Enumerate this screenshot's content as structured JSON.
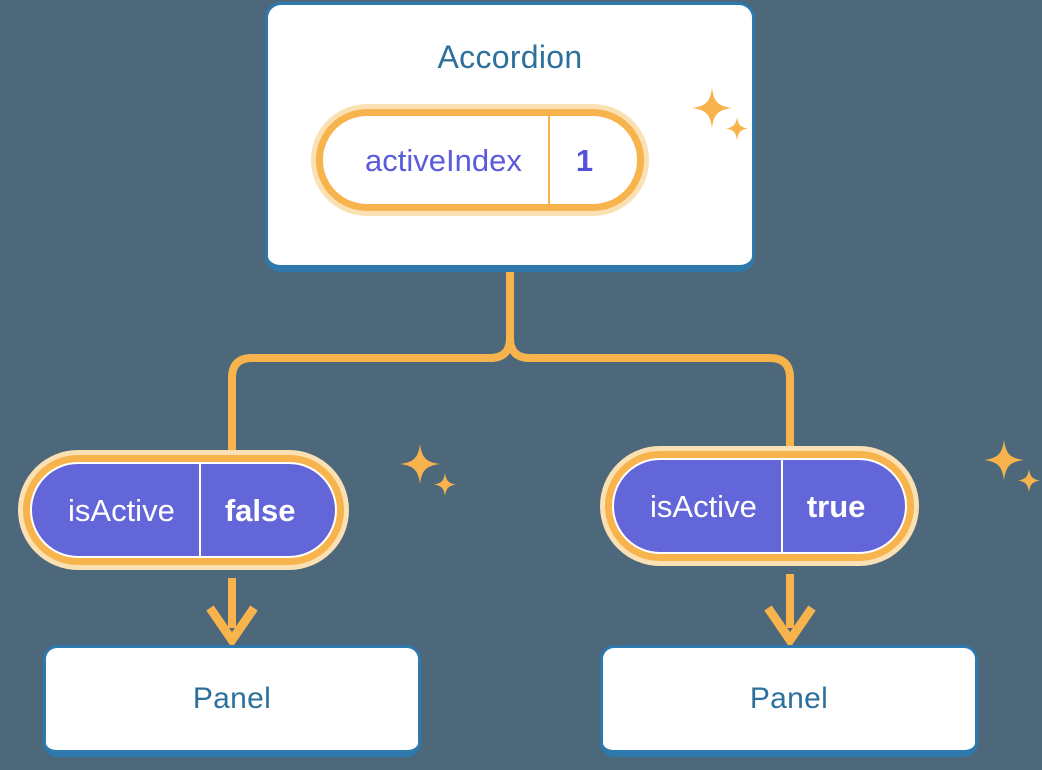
{
  "diagram": {
    "background_color": "#4c687a",
    "accent_orange": "#f8b44c",
    "accent_orange_pale": "#fbe0b4",
    "accent_purple": "#6366d8",
    "accent_blue": "#2e79ac",
    "title_blue": "#2e709c"
  },
  "root": {
    "title": "Accordion",
    "state": {
      "key": "activeIndex",
      "value": "1"
    },
    "sparkle_name": "sparkle-icon"
  },
  "branches": [
    {
      "side": "left",
      "state": {
        "key": "isActive",
        "value": "false"
      },
      "child": {
        "title": "Panel"
      },
      "sparkle_name": "sparkle-icon"
    },
    {
      "side": "right",
      "state": {
        "key": "isActive",
        "value": "true"
      },
      "child": {
        "title": "Panel"
      },
      "sparkle_name": "sparkle-icon"
    }
  ]
}
